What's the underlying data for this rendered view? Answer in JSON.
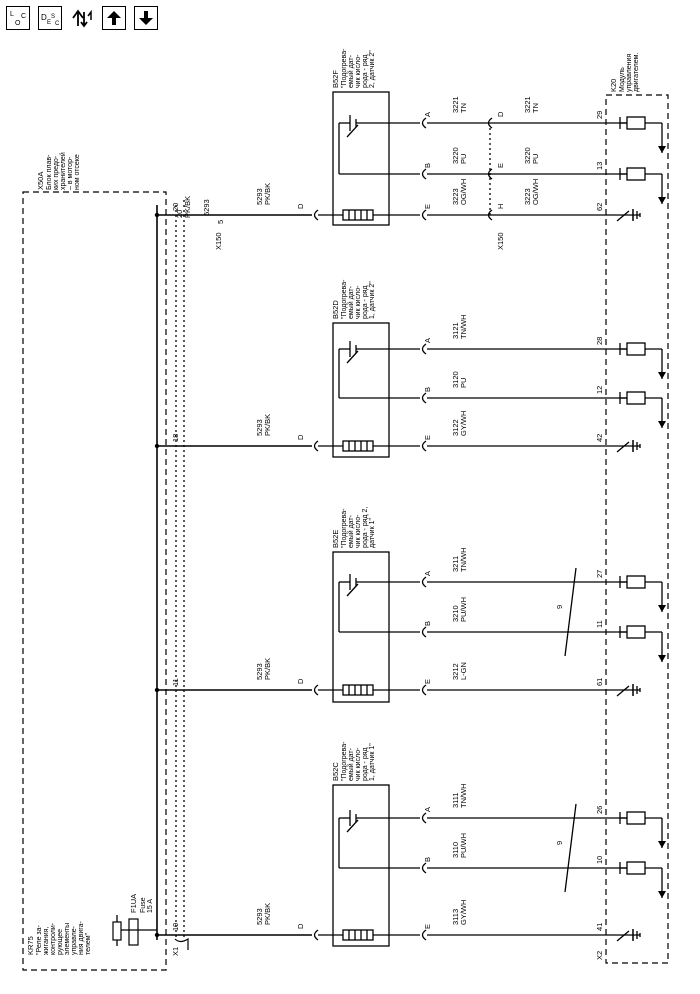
{
  "toolbar": {
    "loc_label": "LOC",
    "desc_label": "DESC",
    "icons": [
      "location-icon",
      "description-icon",
      "navigate-icon",
      "arrow-up-icon",
      "arrow-down-icon"
    ]
  },
  "x50a": {
    "code": "X50A",
    "lines": [
      "Блок плав-",
      "ких предо-",
      "хранителей",
      "– в мотор-",
      "ном отсеке"
    ]
  },
  "k20": {
    "code": "K20",
    "lines": [
      "Модуль",
      "управления",
      "двигателем."
    ]
  },
  "kr75": {
    "code": "KR75",
    "lines": [
      "\"Реле за-",
      "жигания,",
      "контроли-",
      "рующее",
      "элементы",
      "управле-",
      "ния двига-",
      "телем\""
    ]
  },
  "fuse": {
    "code": "F1UA",
    "lines": [
      "Fuse",
      "15 A"
    ]
  },
  "connectors": {
    "x1": "X1",
    "x2": "X2",
    "x150_left": "X150",
    "x150_right": "X150"
  },
  "x150_feed": {
    "pin": "5",
    "circuit": "5293",
    "color": "PK/BK"
  },
  "top_feed": {
    "pin": "20",
    "circuit": "5293",
    "color": "PK/BK"
  },
  "sensors": [
    {
      "code": "B52F",
      "lines": [
        "\"Подогрева-",
        "емый дат-",
        "чик кисло-",
        "рода - ряд",
        "2, датчик 2\""
      ],
      "feed_pin": "20",
      "feed_circuit": "5293",
      "feed_color": "PK/BK",
      "wires": [
        {
          "pin": "A",
          "circuit": "3221",
          "color": "TN",
          "x150_pin": "D",
          "circuit2": "3221",
          "color2": "TN",
          "k20_pin": "29"
        },
        {
          "pin": "B",
          "circuit": "3220",
          "color": "PU",
          "x150_pin": "E",
          "circuit2": "3220",
          "color2": "PU",
          "k20_pin": "13"
        },
        {
          "pin": "E",
          "circuit": "3223",
          "color": "OG/WH",
          "x150_pin": "H",
          "circuit2": "3223",
          "color2": "OG/WH",
          "k20_pin": "62"
        }
      ]
    },
    {
      "code": "B52D",
      "lines": [
        "\"Подогрева-",
        "емый дат-",
        "чик кисло-",
        "рода - ряд",
        "1, датчик 2\""
      ],
      "feed_pin": "18",
      "feed_circuit": "5293",
      "feed_color": "PK/BK",
      "wires": [
        {
          "pin": "A",
          "circuit": "3121",
          "color": "TN/WH",
          "k20_pin": "28"
        },
        {
          "pin": "B",
          "circuit": "3120",
          "color": "PU",
          "k20_pin": "12"
        },
        {
          "pin": "E",
          "circuit": "3122",
          "color": "GY/WH",
          "k20_pin": "42"
        }
      ]
    },
    {
      "code": "B52E",
      "lines": [
        "\"Подогрева-",
        "емый дат-",
        "чик кисло-",
        "рода - ряд 2,",
        "датчик 1\""
      ],
      "feed_pin": "11",
      "feed_circuit": "5293",
      "feed_color": "PK/BK",
      "twist": "9",
      "wires": [
        {
          "pin": "A",
          "circuit": "3211",
          "color": "TN/WH",
          "k20_pin": "27"
        },
        {
          "pin": "B",
          "circuit": "3210",
          "color": "PU/WH",
          "k20_pin": "11"
        },
        {
          "pin": "E",
          "circuit": "3212",
          "color": "L-GN",
          "k20_pin": "61"
        }
      ]
    },
    {
      "code": "B52C",
      "lines": [
        "\"Подогрева-",
        "емый дат-",
        "чик кисло-",
        "рода - ряд",
        "1, датчик 1\""
      ],
      "feed_pin": "19",
      "feed_circuit": "5293",
      "feed_color": "PK/BK",
      "twist": "9",
      "wires": [
        {
          "pin": "A",
          "circuit": "3111",
          "color": "TN/WH",
          "k20_pin": "26"
        },
        {
          "pin": "B",
          "circuit": "3110",
          "color": "PU/WH",
          "k20_pin": "10"
        },
        {
          "pin": "E",
          "circuit": "3113",
          "color": "GY/WH",
          "k20_pin": "41"
        }
      ]
    }
  ],
  "pin_d_label": "D"
}
